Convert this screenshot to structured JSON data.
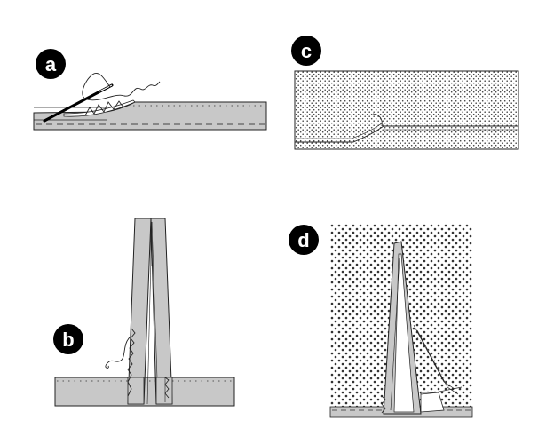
{
  "panels": [
    {
      "id": "a",
      "label": "a"
    },
    {
      "id": "b",
      "label": "b"
    },
    {
      "id": "c",
      "label": "c"
    },
    {
      "id": "d",
      "label": "d"
    }
  ],
  "colors": {
    "fabric_gray": "#c8c8c8",
    "outline": "#222222",
    "badge": "#000000",
    "badge_text": "#ffffff",
    "dot": "#333333"
  }
}
